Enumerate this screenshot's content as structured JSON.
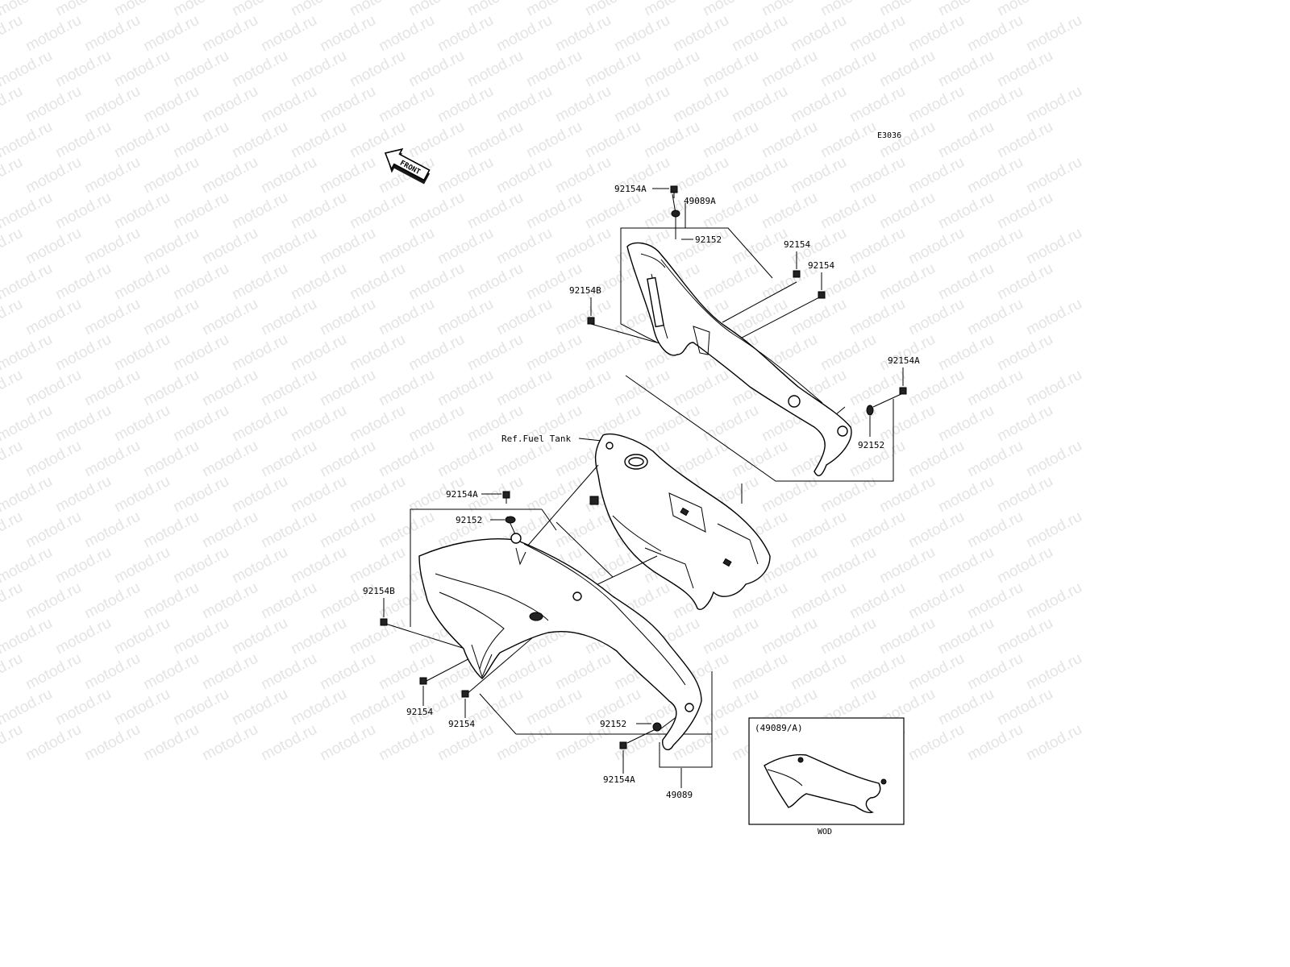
{
  "diagram": {
    "code": "E3036",
    "front_arrow": "FRONT",
    "watermark": "motod.ru",
    "ref_label": "Ref.Fuel Tank",
    "inset": {
      "title": "(49089/A)",
      "caption": "WOD"
    },
    "callouts": {
      "upper_part": "49089A",
      "upper_bolt_top": "92154A",
      "upper_washer_top": "92152",
      "upper_bolt_r1": "92154",
      "upper_bolt_r2": "92154",
      "upper_bolt_left": "92154B",
      "upper_bolt_rear": "92154A",
      "upper_washer_rear": "92152",
      "lower_bolt_top": "92154A",
      "lower_washer_top": "92152",
      "lower_bolt_left": "92154B",
      "lower_bolt_b1": "92154",
      "lower_bolt_b2": "92154",
      "lower_washer_rear": "92152",
      "lower_bolt_rear": "92154A",
      "lower_part": "49089"
    }
  }
}
